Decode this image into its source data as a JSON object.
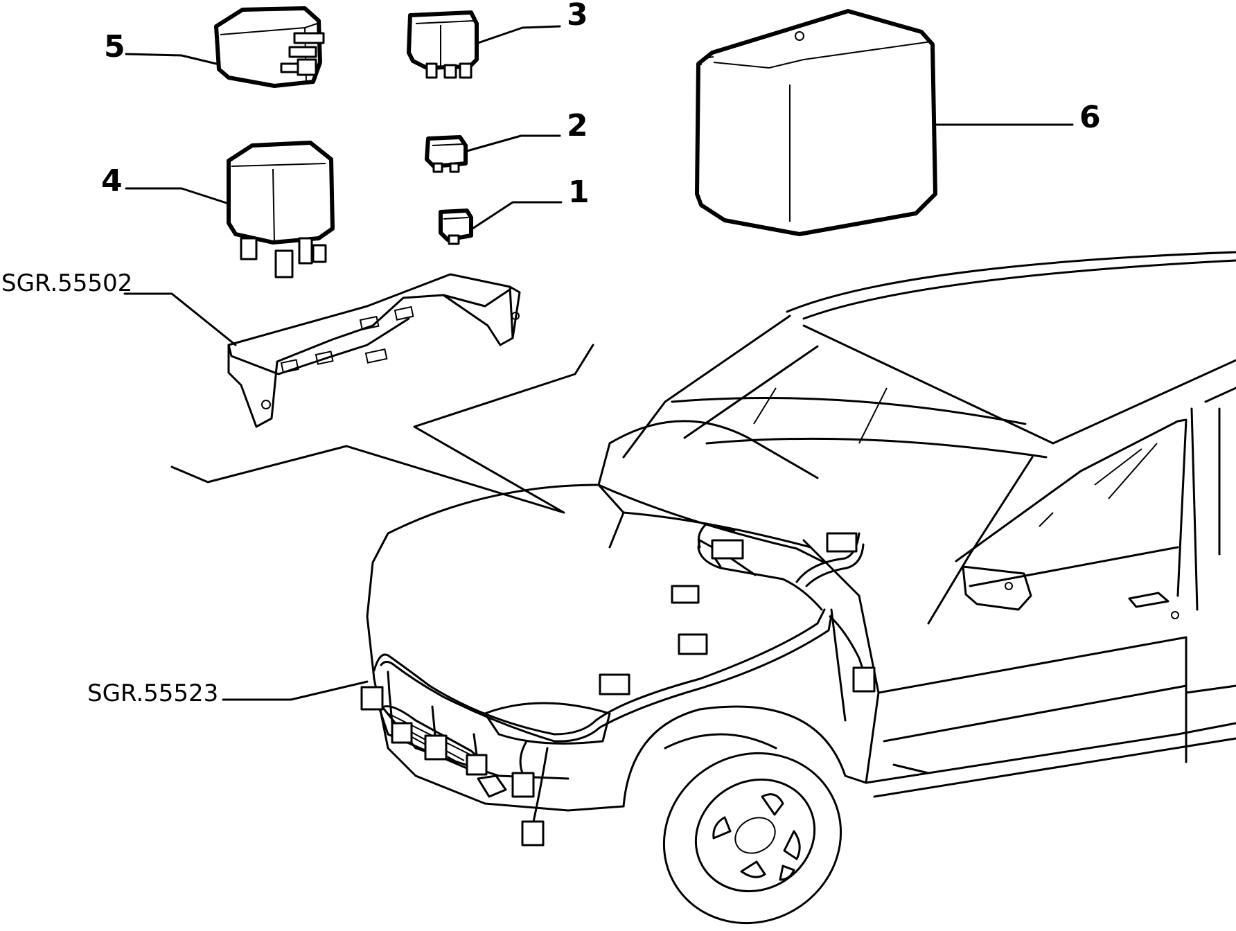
{
  "callouts": [
    {
      "id": "1",
      "label": "1"
    },
    {
      "id": "2",
      "label": "2"
    },
    {
      "id": "3",
      "label": "3"
    },
    {
      "id": "4",
      "label": "4"
    },
    {
      "id": "5",
      "label": "5"
    },
    {
      "id": "6",
      "label": "6"
    }
  ],
  "references": [
    {
      "id": "bracket",
      "label": "SGR.55502"
    },
    {
      "id": "harness",
      "label": "SGR.55523"
    }
  ]
}
